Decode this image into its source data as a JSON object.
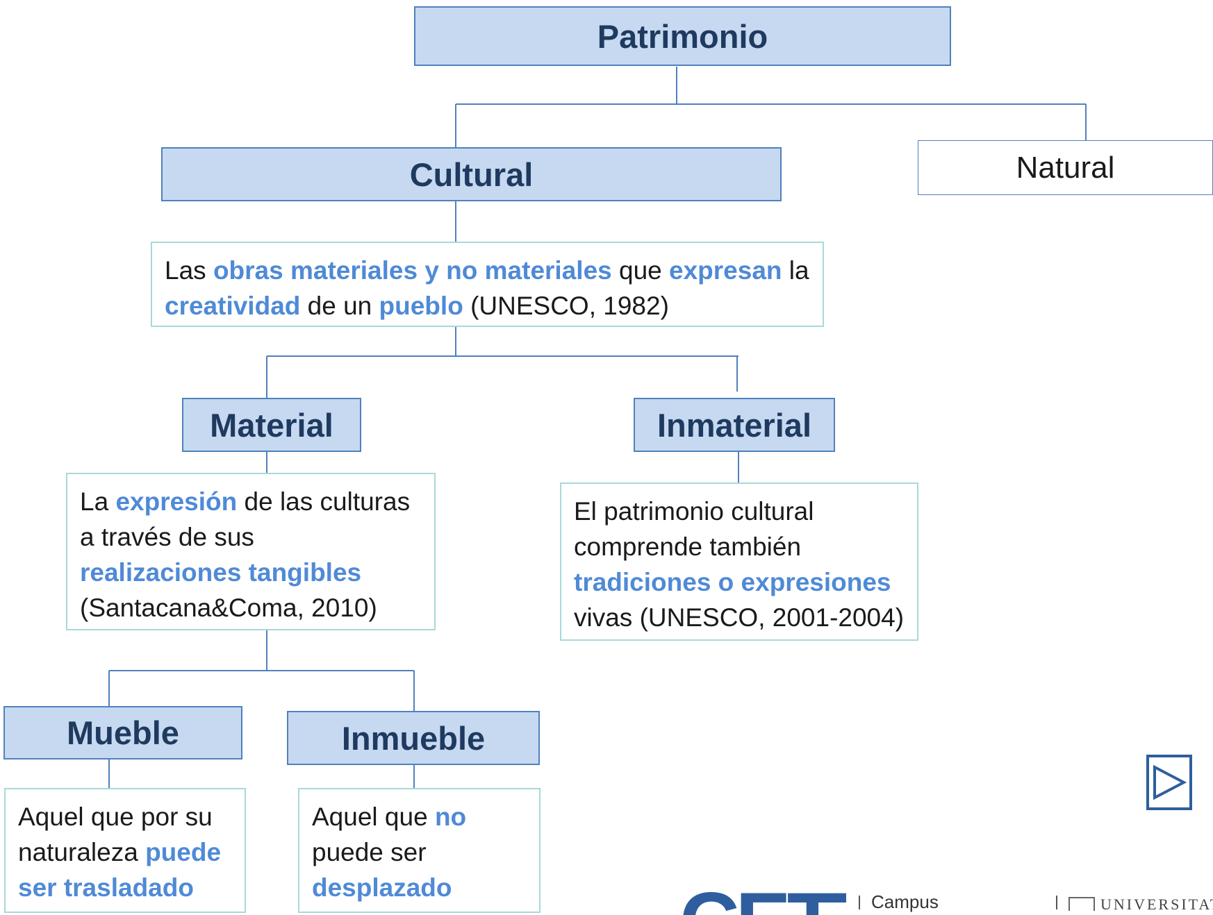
{
  "nodes": {
    "patrimonio": "Patrimonio",
    "cultural": "Cultural",
    "natural": "Natural",
    "material": "Material",
    "inmaterial": "Inmaterial",
    "mueble": "Mueble",
    "inmueble": "Inmueble"
  },
  "definitions": {
    "cultural": {
      "t1": "Las ",
      "h1": "obras materiales y no materiales",
      "t2": " que ",
      "h2": "expresan",
      "t3": " la ",
      "h3": "creatividad",
      "t4": " de un ",
      "h4": "pueblo",
      "t5": " (UNESCO, 1982)"
    },
    "material": {
      "t1": "La ",
      "h1": "expresión",
      "t2": " de las culturas a través de sus ",
      "h2": "realizaciones tangibles",
      "t3": " (Santacana&Coma, 2010)"
    },
    "inmaterial": {
      "t1": "El patrimonio cultural comprende también ",
      "h1": "tradiciones o expresiones",
      "t2": " vivas (UNESCO, 2001-2004)"
    },
    "mueble": {
      "t1": "Aquel que por su naturaleza ",
      "h1": "puede ser trasladado"
    },
    "inmueble": {
      "t1": "Aquel que ",
      "h1": "no",
      "t2": " puede ser ",
      "h2": "desplazado"
    }
  },
  "footer": {
    "logo_left": "CETT",
    "logo_campus": "Campus",
    "logo_right": "UNIVERSITAT"
  },
  "colors": {
    "node_fill": "#c6d9f1",
    "node_border": "#4f81bd",
    "node_text": "#1f3a5f",
    "highlight": "#4f8ad6",
    "def_border": "#a8d8d8"
  }
}
